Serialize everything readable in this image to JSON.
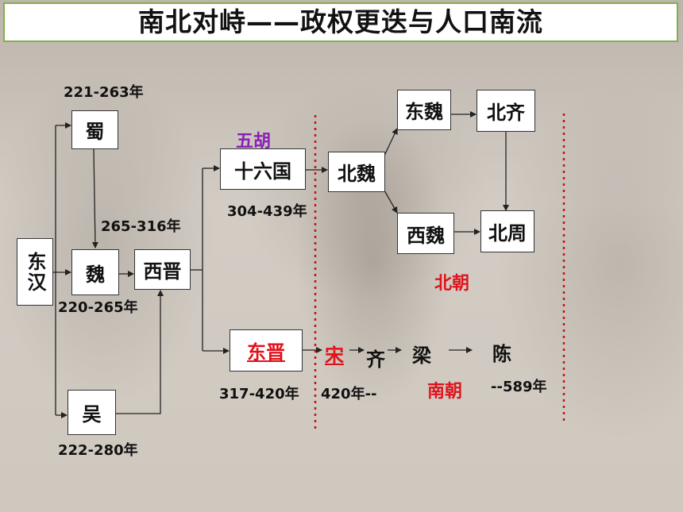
{
  "title": "南北对峙——政权更迭与人口南流",
  "nodes": {
    "donghan": "东汉",
    "shu": "蜀",
    "wei": "魏",
    "wu": "吴",
    "xijin": "西晋",
    "shiliuguo": "十六国",
    "dongjin": "东晋",
    "beiwei": "北魏",
    "dongwei": "东魏",
    "beiqi": "北齐",
    "xiwei": "西魏",
    "beizhou": "北周",
    "song": "宋",
    "qi": "齐",
    "liang": "梁",
    "chen": "陈"
  },
  "labels": {
    "shu_years": "221-263年",
    "xijin_years": "265-316年",
    "wei_years": "220-265年",
    "wu_years": "222-280年",
    "wuhu": "五胡",
    "shiliuguo_years": "304-439年",
    "dongjin_years": "317-420年",
    "song_start": "420年--",
    "chen_end": "--589年",
    "beichao": "北朝",
    "nanchao": "南朝"
  },
  "colors": {
    "title_border": "#7fb04f",
    "red": "#e0121b",
    "purple": "#8a1fb8",
    "line": "#222222",
    "divider": "#cc1111"
  }
}
